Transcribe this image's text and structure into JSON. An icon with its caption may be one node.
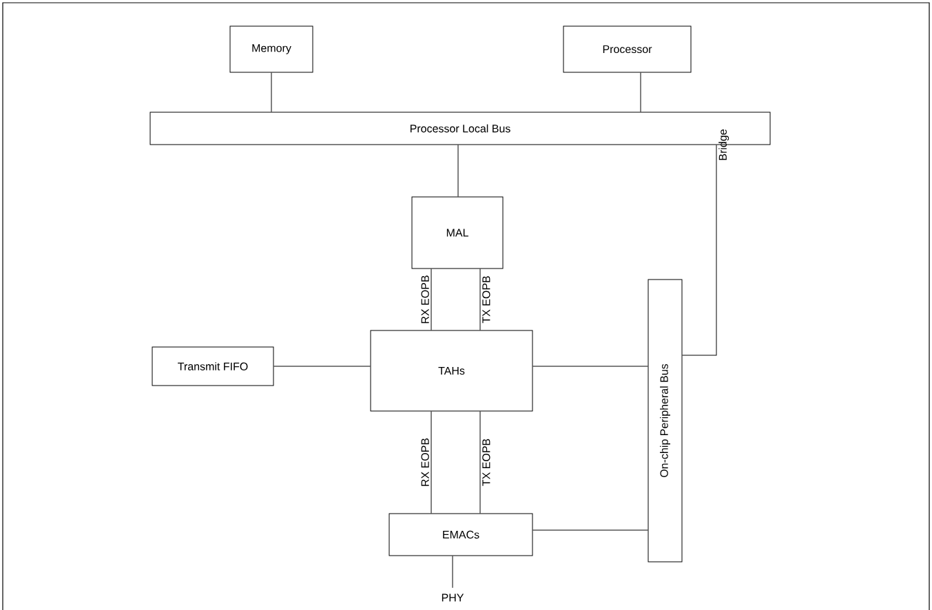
{
  "diagram": {
    "nodes": [
      {
        "text": [
          "Memory"
        ]
      },
      {
        "text": [
          "Processor"
        ]
      },
      {
        "text": [
          "Processor Local Bus"
        ]
      },
      {
        "text": [
          "MAL"
        ]
      },
      {
        "text": [
          "Transmit FIFO"
        ]
      },
      {
        "text": [
          "TAHs"
        ]
      },
      {
        "text": [
          "On-chip Peripheral Bus"
        ]
      },
      {
        "text": [
          "EMACs"
        ]
      },
      {
        "text": [
          "PHY"
        ]
      }
    ],
    "edges": [
      {
        "from": 0,
        "to": 2,
        "arrow": "none"
      },
      {
        "from": 1,
        "to": 2,
        "arrow": "none"
      },
      {
        "from": 2,
        "to": 3,
        "arrow": "none"
      },
      {
        "from": 3,
        "to": 5,
        "arrow": "none",
        "label": "RX EOPB"
      },
      {
        "from": 3,
        "to": 5,
        "arrow": "none",
        "label": "TX EOPB"
      },
      {
        "from": 4,
        "to": 5,
        "arrow": "none"
      },
      {
        "from": 5,
        "to": 6,
        "arrow": "none"
      },
      {
        "from": 5,
        "to": 7,
        "arrow": "none",
        "label": "RX EOPB"
      },
      {
        "from": 5,
        "to": 7,
        "arrow": "none",
        "label": "TX EOPB"
      },
      {
        "from": 7,
        "to": 6,
        "arrow": "none"
      },
      {
        "from": 7,
        "to": 8,
        "arrow": "none"
      },
      {
        "from": 2,
        "to": 6,
        "arrow": "none",
        "label": "Bridge"
      }
    ]
  }
}
